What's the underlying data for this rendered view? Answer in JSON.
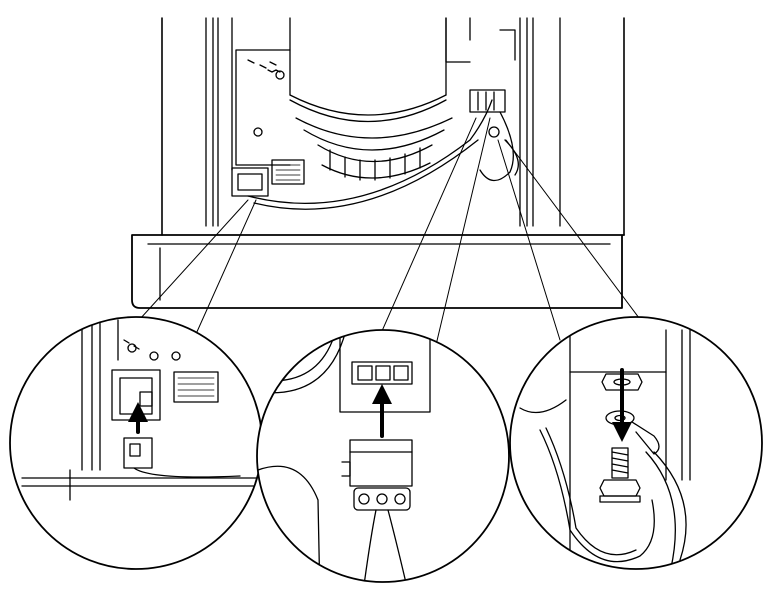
{
  "figure": {
    "kind": "technical-line-illustration",
    "stroke_color": "#000000",
    "background_color": "#ffffff",
    "shade_color": "#d9d9d9",
    "text_labels": []
  },
  "callouts": [
    {
      "id": "controller-connector",
      "arrow_direction": "up"
    },
    {
      "id": "terminal-block-plug",
      "arrow_direction": "up"
    },
    {
      "id": "ground-ring-terminal",
      "arrow_direction": "down"
    }
  ]
}
